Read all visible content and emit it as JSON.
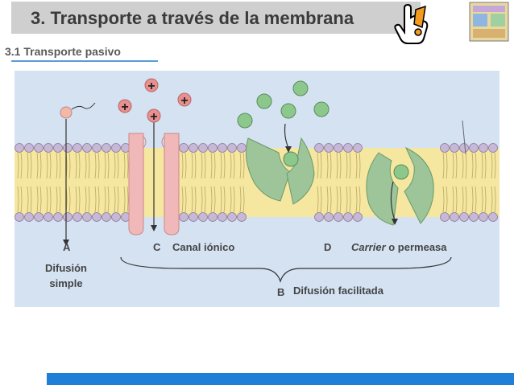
{
  "header": {
    "title": "3. Transporte a través de la membrana",
    "subtitle": "3.1 Transporte pasivo"
  },
  "icons": {
    "hand": "pointing-hand-icon",
    "logo": "school-logo"
  },
  "diagram": {
    "labels": {
      "a_letter": "A",
      "a_text_line1": "Difusión",
      "a_text_line2": "simple",
      "c_letter": "C",
      "c_text": "Canal iónico",
      "d_letter": "D",
      "d_text_italic": "Carrier",
      "d_text_rest": " o permeasa",
      "b_letter": "B",
      "b_text": "Difusión facilitada"
    },
    "ion_symbol": "+"
  },
  "colors": {
    "accent_blue": "#1f7fd6",
    "membrane_tails": "#f5e6a0",
    "lipid_heads": "#c8b8d8",
    "channel_protein": "#f0b8b8",
    "carrier_protein": "#9ec49a",
    "ion_pink": "#e89090",
    "solute_green": "#8cc88c"
  }
}
